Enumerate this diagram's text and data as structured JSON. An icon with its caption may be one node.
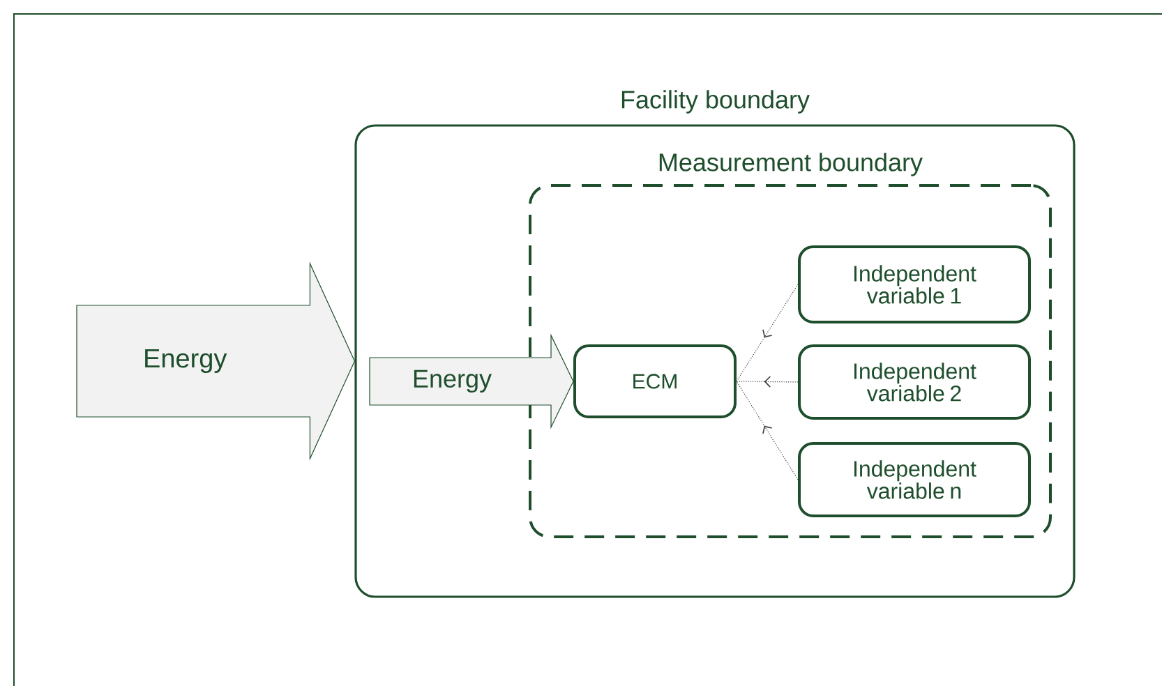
{
  "diagram": {
    "nodes": [
      {
        "text": [
          "Facility boundary"
        ]
      },
      {
        "text": [
          "Measurement boundary"
        ],
        "in": 0
      },
      {
        "text": [
          "ECM"
        ],
        "in": 1
      },
      {
        "text": [
          "Independent variable 1"
        ],
        "in": 1
      },
      {
        "text": [
          "Independent variable 2"
        ],
        "in": 1
      },
      {
        "text": [
          "Independent variable n"
        ],
        "in": 1
      }
    ],
    "edges": [
      {
        "from": null,
        "to": 0,
        "arrow": "to",
        "label": "Energy",
        "style": "thick"
      },
      {
        "from": null,
        "to": 2,
        "arrow": "to",
        "label": "Energy",
        "style": "thick"
      },
      {
        "from": 3,
        "to": 2,
        "arrow": "to",
        "style": "dashed"
      },
      {
        "from": 4,
        "to": 2,
        "arrow": "to",
        "style": "dashed"
      },
      {
        "from": 5,
        "to": 2,
        "arrow": "to",
        "style": "dashed"
      }
    ]
  }
}
